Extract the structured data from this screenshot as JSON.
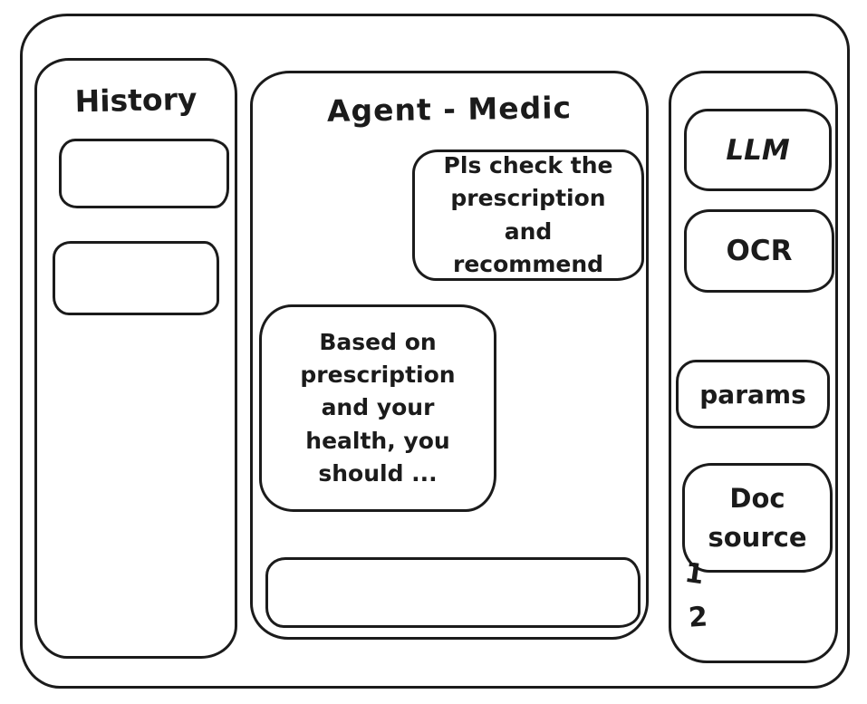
{
  "colors": {
    "ink": "#1b1b1b",
    "background": "#ffffff"
  },
  "history_panel": {
    "title": "History",
    "items": [
      {
        "label": ""
      },
      {
        "label": ""
      }
    ]
  },
  "chat_panel": {
    "title": "Agent - Medic",
    "messages": [
      {
        "role": "user",
        "text": "Pls check the prescription and recommend"
      },
      {
        "role": "agent",
        "text": "Based on prescription and your health, you should ..."
      }
    ],
    "input": {
      "value": ""
    }
  },
  "tools_panel": {
    "buttons": [
      {
        "label": "LLM"
      },
      {
        "label": "OCR"
      },
      {
        "label": "params"
      },
      {
        "label": "Doc source"
      }
    ],
    "source_list": [
      "1",
      "2"
    ]
  }
}
